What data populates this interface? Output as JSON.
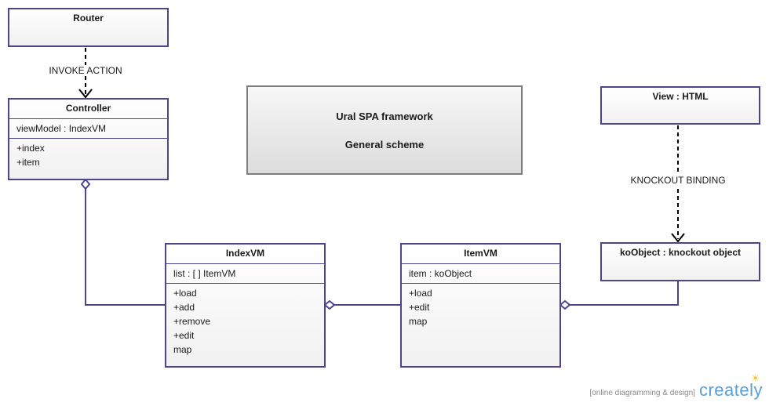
{
  "router": {
    "title": "Router"
  },
  "invoke_label": "INVOKE ACTION",
  "controller": {
    "title": "Controller",
    "attributes": [
      "viewModel : IndexVM"
    ],
    "methods": [
      "+index",
      "+item"
    ]
  },
  "scheme": {
    "line1": "Ural SPA framework",
    "line2": "General scheme"
  },
  "view": {
    "title": "View : HTML"
  },
  "binding_label": "KNOCKOUT BINDING",
  "ko": {
    "title": "koObject : knockout object"
  },
  "indexvm": {
    "title": "IndexVM",
    "attributes": [
      "list : [ ] ItemVM"
    ],
    "methods": [
      "+load",
      "+add",
      "+remove",
      "+edit",
      "map"
    ]
  },
  "itemvm": {
    "title": "ItemVM",
    "attributes": [
      "item : koObject"
    ],
    "methods": [
      "+load",
      "+edit",
      "map"
    ]
  },
  "footer": {
    "tagline": "[online diagramming & design]",
    "brand": "creately"
  },
  "colors": {
    "border": "#4b4590",
    "line": "#4b4590",
    "brand": "#5a9fd6"
  }
}
